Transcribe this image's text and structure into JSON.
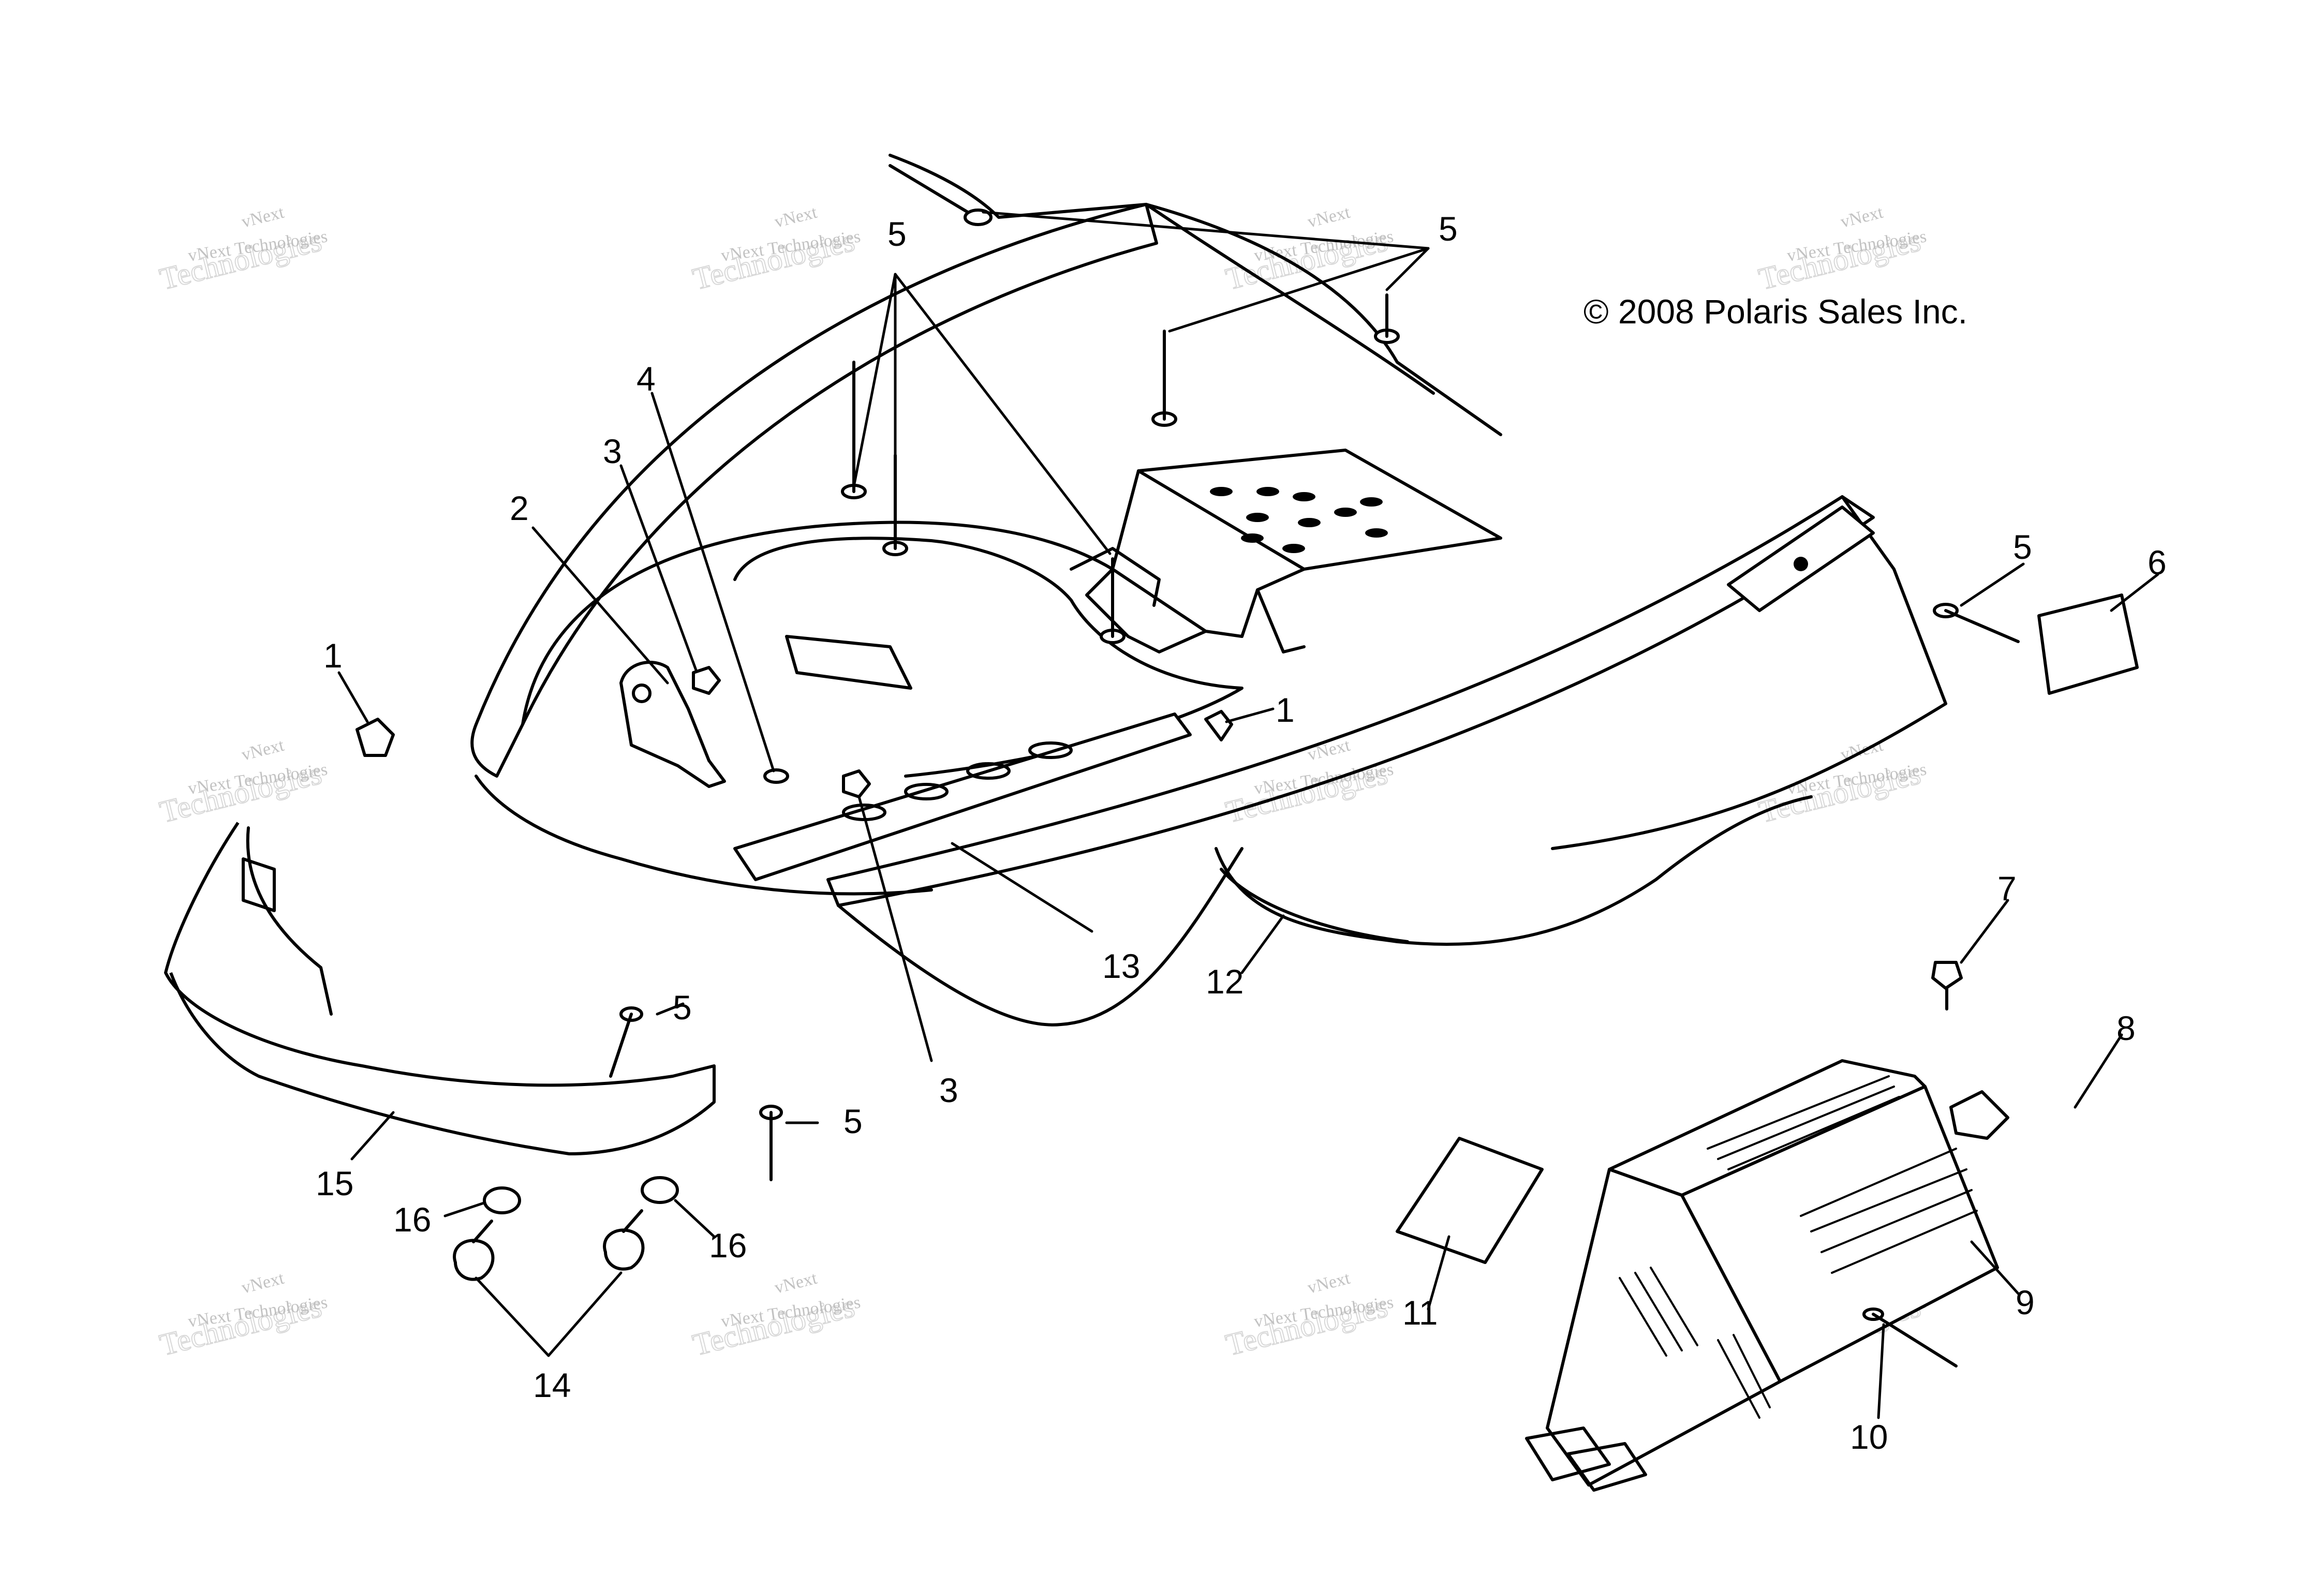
{
  "copyright": "© 2008 Polaris Sales Inc.",
  "watermark": {
    "line1": "vNext",
    "line2": "vNext Technologies",
    "line3": "Technologies"
  },
  "callouts": [
    {
      "id": "c1a",
      "label": "1"
    },
    {
      "id": "c1b",
      "label": "1"
    },
    {
      "id": "c2",
      "label": "2"
    },
    {
      "id": "c3a",
      "label": "3"
    },
    {
      "id": "c3b",
      "label": "3"
    },
    {
      "id": "c4",
      "label": "4"
    },
    {
      "id": "c5a",
      "label": "5"
    },
    {
      "id": "c5b",
      "label": "5"
    },
    {
      "id": "c5c",
      "label": "5"
    },
    {
      "id": "c5d",
      "label": "5"
    },
    {
      "id": "c5e",
      "label": "5"
    },
    {
      "id": "c6",
      "label": "6"
    },
    {
      "id": "c7",
      "label": "7"
    },
    {
      "id": "c8",
      "label": "8"
    },
    {
      "id": "c9",
      "label": "9"
    },
    {
      "id": "c10",
      "label": "10"
    },
    {
      "id": "c11",
      "label": "11"
    },
    {
      "id": "c12",
      "label": "12"
    },
    {
      "id": "c13",
      "label": "13"
    },
    {
      "id": "c14",
      "label": "14"
    },
    {
      "id": "c15",
      "label": "15"
    },
    {
      "id": "c16a",
      "label": "16"
    },
    {
      "id": "c16b",
      "label": "16"
    }
  ]
}
